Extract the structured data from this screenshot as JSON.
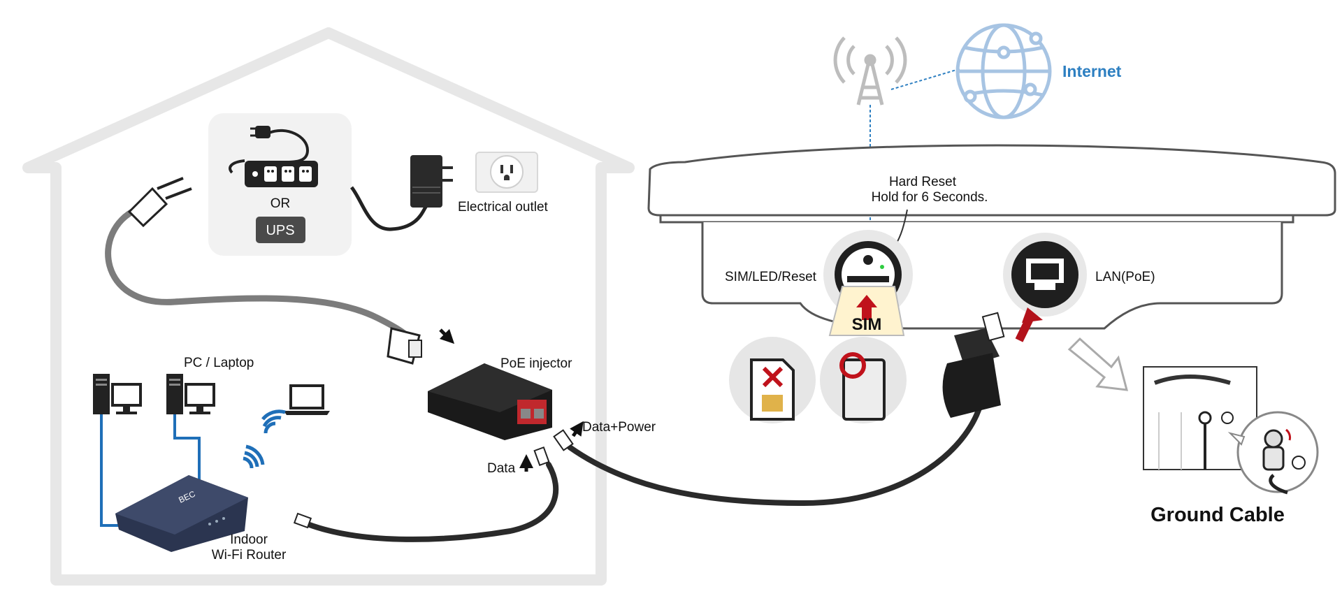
{
  "labels": {
    "or": "OR",
    "ups": "UPS",
    "electrical_outlet": "Electrical outlet",
    "pc_laptop": "PC / Laptop",
    "poe_injector": "PoE injector",
    "data_power": "Data+Power",
    "data": "Data",
    "router_line1": "Indoor",
    "router_line2": "Wi-Fi Router",
    "router_brand": "BEC",
    "internet": "Internet",
    "hard_reset_line1": "Hard Reset",
    "hard_reset_line2": "Hold for 6 Seconds.",
    "sim_led_reset": "SIM/LED/Reset",
    "sim": "SIM",
    "lan_poe": "LAN(PoE)",
    "ground_cable": "Ground Cable"
  },
  "colors": {
    "internet_blue": "#2d7fc1",
    "lan_line_blue": "#1f6fb8",
    "arrow_red": "#b3121b",
    "house_outline": "#e6e6e6",
    "device_black": "#1e1e1e"
  },
  "icons": [
    "plug-icon",
    "power-strip-icon",
    "power-adapter-icon",
    "outlet-icon",
    "desktop-pc-icon",
    "laptop-icon",
    "wifi-icon",
    "router-icon",
    "poe-injector-icon",
    "cell-tower-icon",
    "globe-icon",
    "sim-card-icon",
    "ground-screw-icon"
  ]
}
